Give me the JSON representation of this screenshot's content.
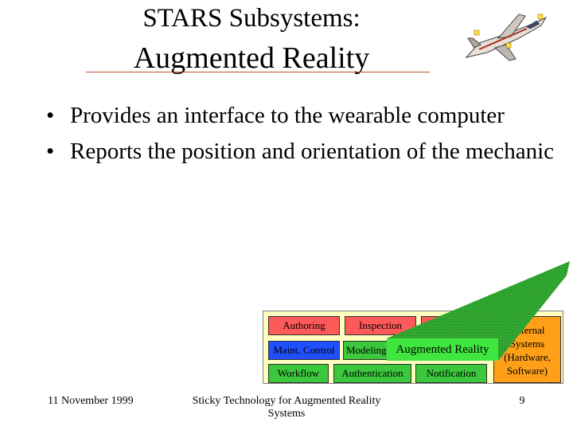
{
  "title": {
    "line1": "STARS Subsystems:",
    "line2": "Augmented Reality",
    "logo_icon": "fighter-jet-icon"
  },
  "bullets": [
    {
      "marker": "•",
      "text": "Provides an interface to the wearable computer"
    },
    {
      "marker": "•",
      "text": "Reports the position and orientation of the mechanic"
    }
  ],
  "diagram": {
    "authoring": "Authoring",
    "inspection": "Inspection",
    "maint_control": "Maint. Control",
    "modeling": "Modeling",
    "workflow": "Workflow",
    "authentication": "Authentication",
    "notification": "Notification",
    "external": "External Systems (Hardware, Software)",
    "highlight_label": "Augmented Reality",
    "colors": {
      "background": "#ffffc0",
      "red": "#ff5a5a",
      "blue": "#1e50ff",
      "green": "#3cc83c",
      "orange": "#ffa018",
      "highlight": "#40e640",
      "beam": "#2a9a2a"
    }
  },
  "footer": {
    "date": "11 November 1999",
    "center": "Sticky Technology for Augmented Reality Systems",
    "page": "9"
  }
}
